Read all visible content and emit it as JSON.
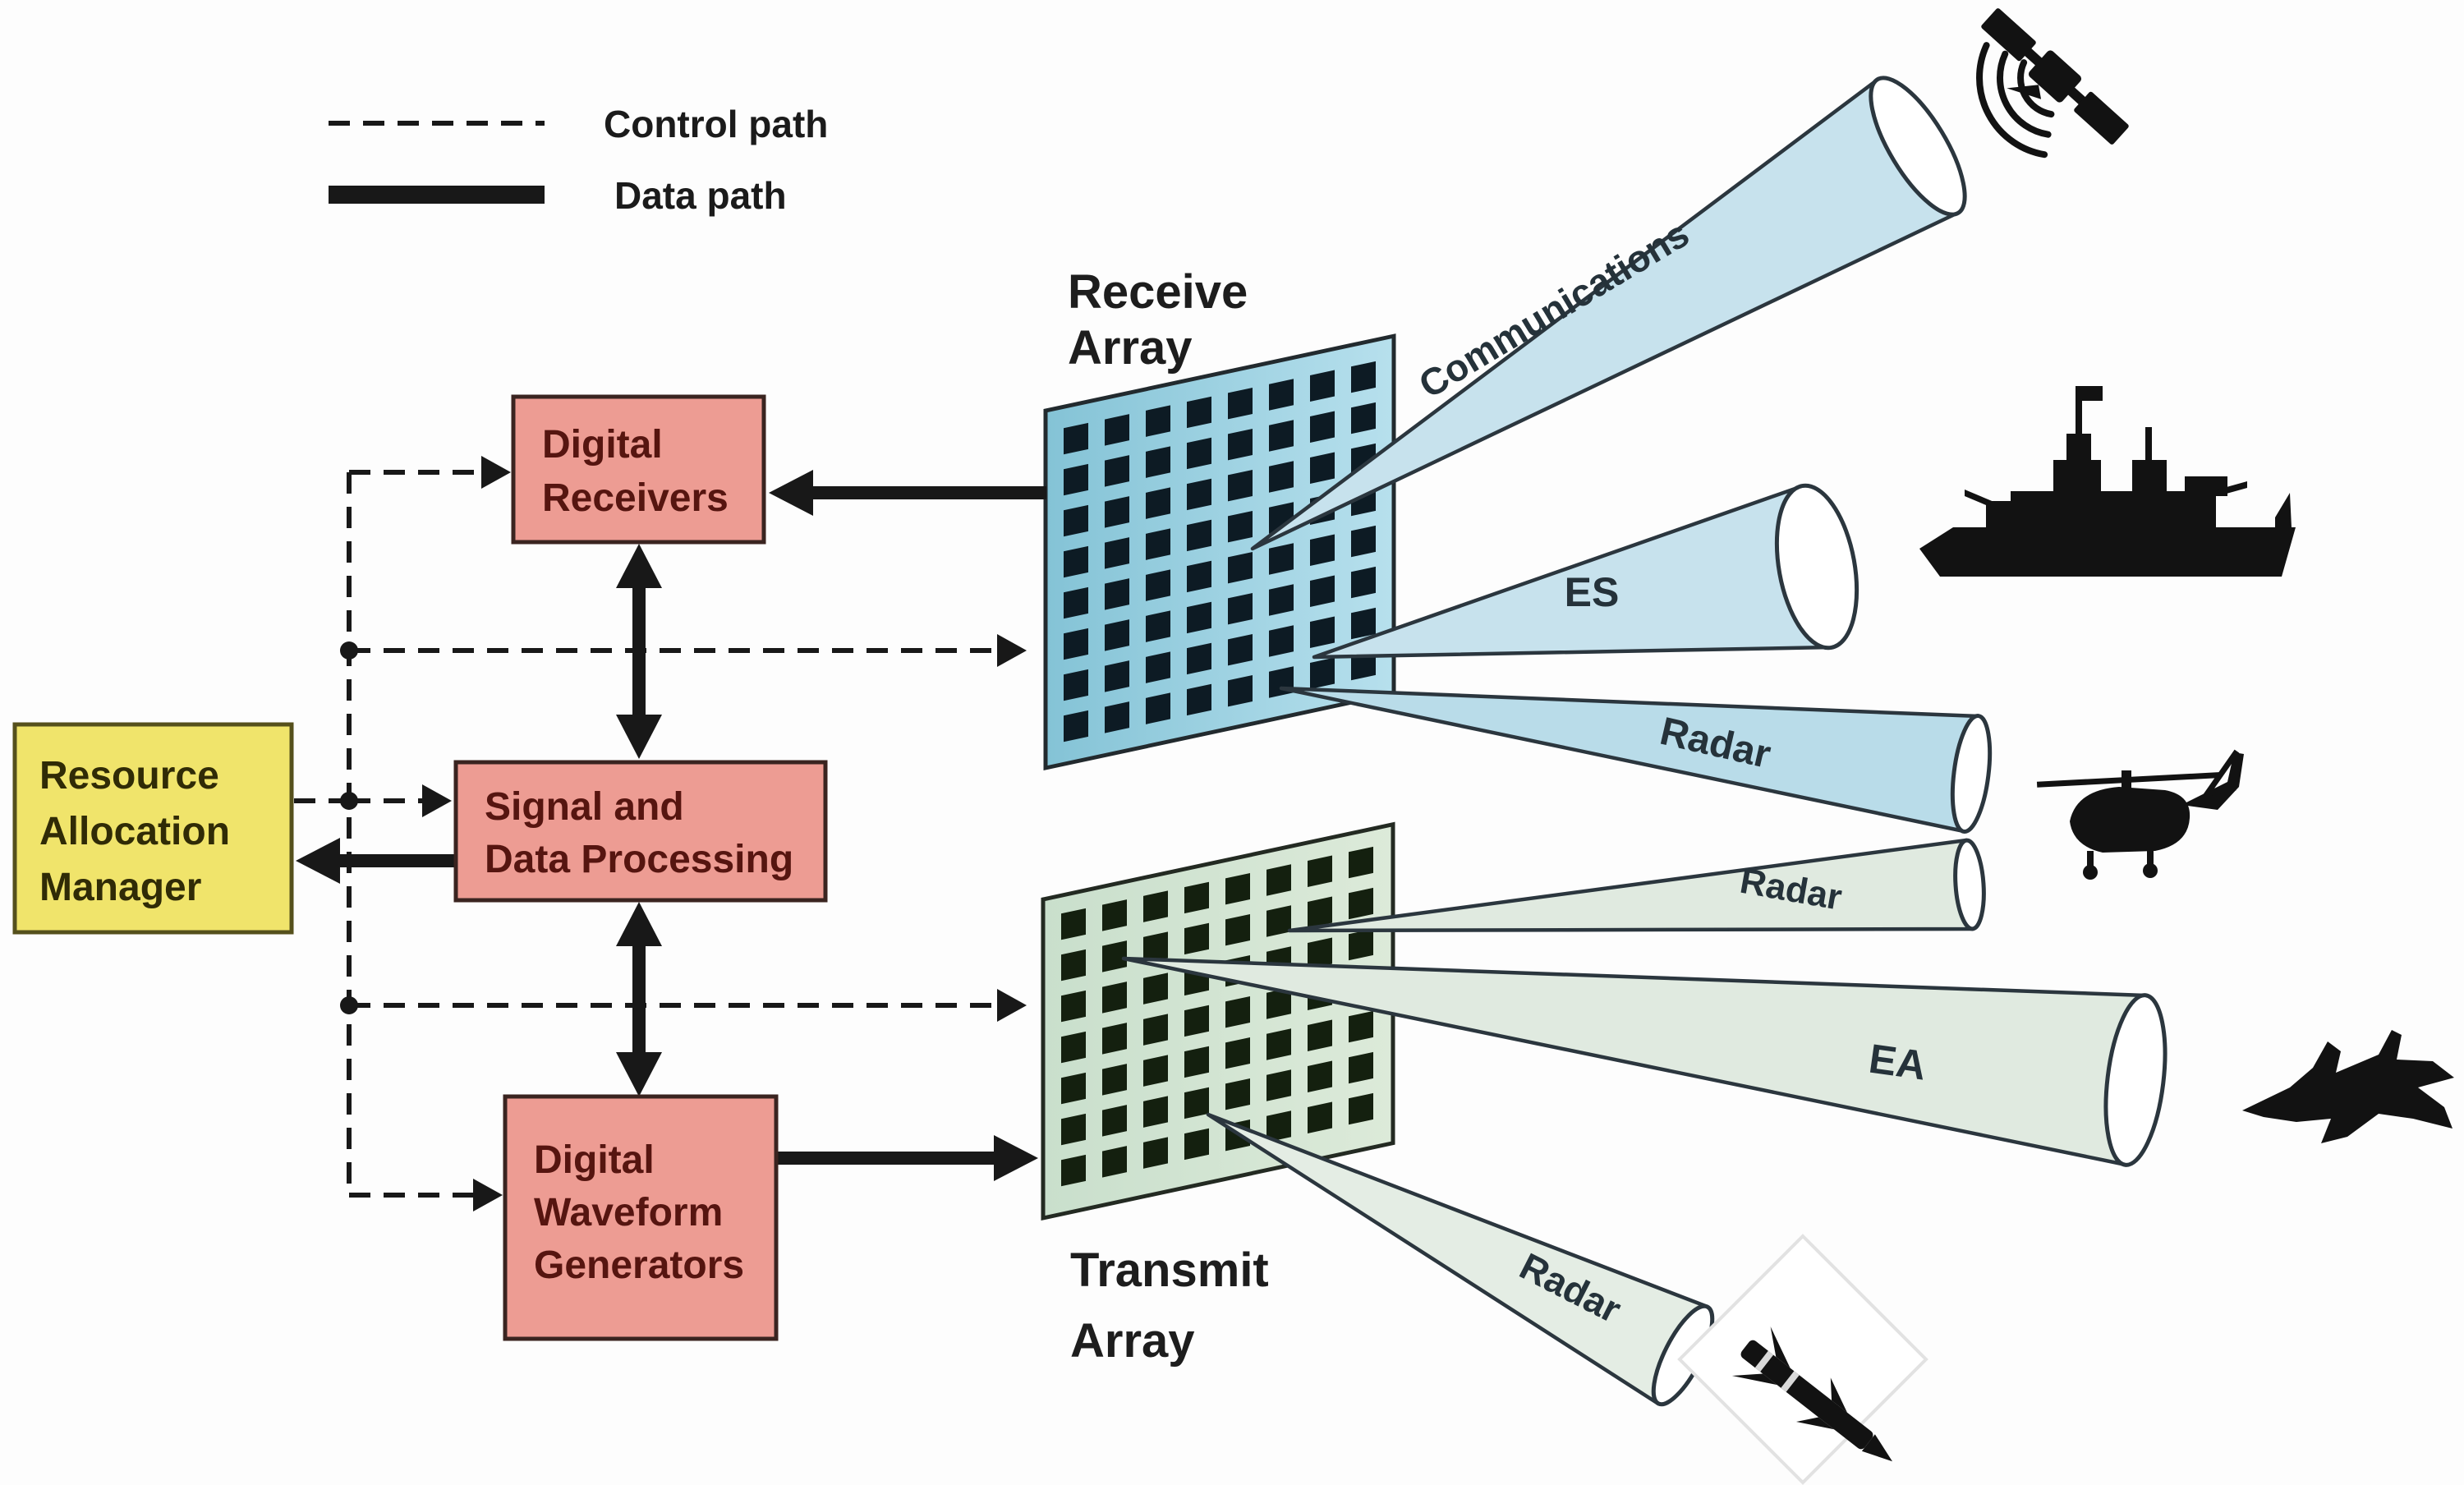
{
  "legend": {
    "control_label": "Control path",
    "data_label": "Data path"
  },
  "blocks": {
    "ram": {
      "lines": [
        "Resource",
        "Allocation",
        "Manager"
      ]
    },
    "digital_receivers": {
      "lines": [
        "Digital",
        "Receivers"
      ]
    },
    "signal_data_processing": {
      "lines": [
        "Signal and",
        "Data Processing"
      ]
    },
    "digital_waveform_generators": {
      "lines": [
        "Digital",
        "Waveform",
        "Generators"
      ]
    }
  },
  "arrays": {
    "receive": {
      "lines": [
        "Receive",
        "Array"
      ]
    },
    "transmit": {
      "lines": [
        "Transmit",
        "Array"
      ]
    }
  },
  "beams": [
    {
      "id": "communications",
      "label": "Communications",
      "source": "receive-array",
      "target": "satellite"
    },
    {
      "id": "es",
      "label": "ES",
      "source": "receive-array",
      "target": "warship"
    },
    {
      "id": "radar-receive",
      "label": "Radar",
      "source": "receive-array",
      "target": "helicopter"
    },
    {
      "id": "radar-transmit-helicopter",
      "label": "Radar",
      "source": "transmit-array",
      "target": "helicopter"
    },
    {
      "id": "ea",
      "label": "EA",
      "source": "transmit-array",
      "target": "fighter-jet"
    },
    {
      "id": "radar-transmit-missile",
      "label": "Radar",
      "source": "transmit-array",
      "target": "missile"
    }
  ],
  "icons": [
    "satellite-icon",
    "warship-icon",
    "helicopter-icon",
    "fighter-jet-icon",
    "missile-icon"
  ],
  "colors": {
    "box_pink": "#ED9C93",
    "box_pink_border": "#3A2420",
    "box_pink_text": "#561510",
    "box_yellow": "#F0E46B",
    "box_yellow_border": "#55501C",
    "box_yellow_text": "#302B06",
    "panel_blue_dark": "#84C3D6",
    "panel_blue_light": "#B7E0ED",
    "panel_green_dark": "#C9DFCC",
    "panel_green_light": "#DCEAD9",
    "element_square_blue": "#0D1B24",
    "element_square_green": "#14200F",
    "beam_blue": "#C7E2ED",
    "beam_blue_dark": "#B9DCE9",
    "beam_green": "#E0EAE0",
    "beam_green_light": "#E4EDE4",
    "beam_outline": "#2B363E",
    "line_black": "#181818",
    "silhouette_black": "#121212"
  }
}
